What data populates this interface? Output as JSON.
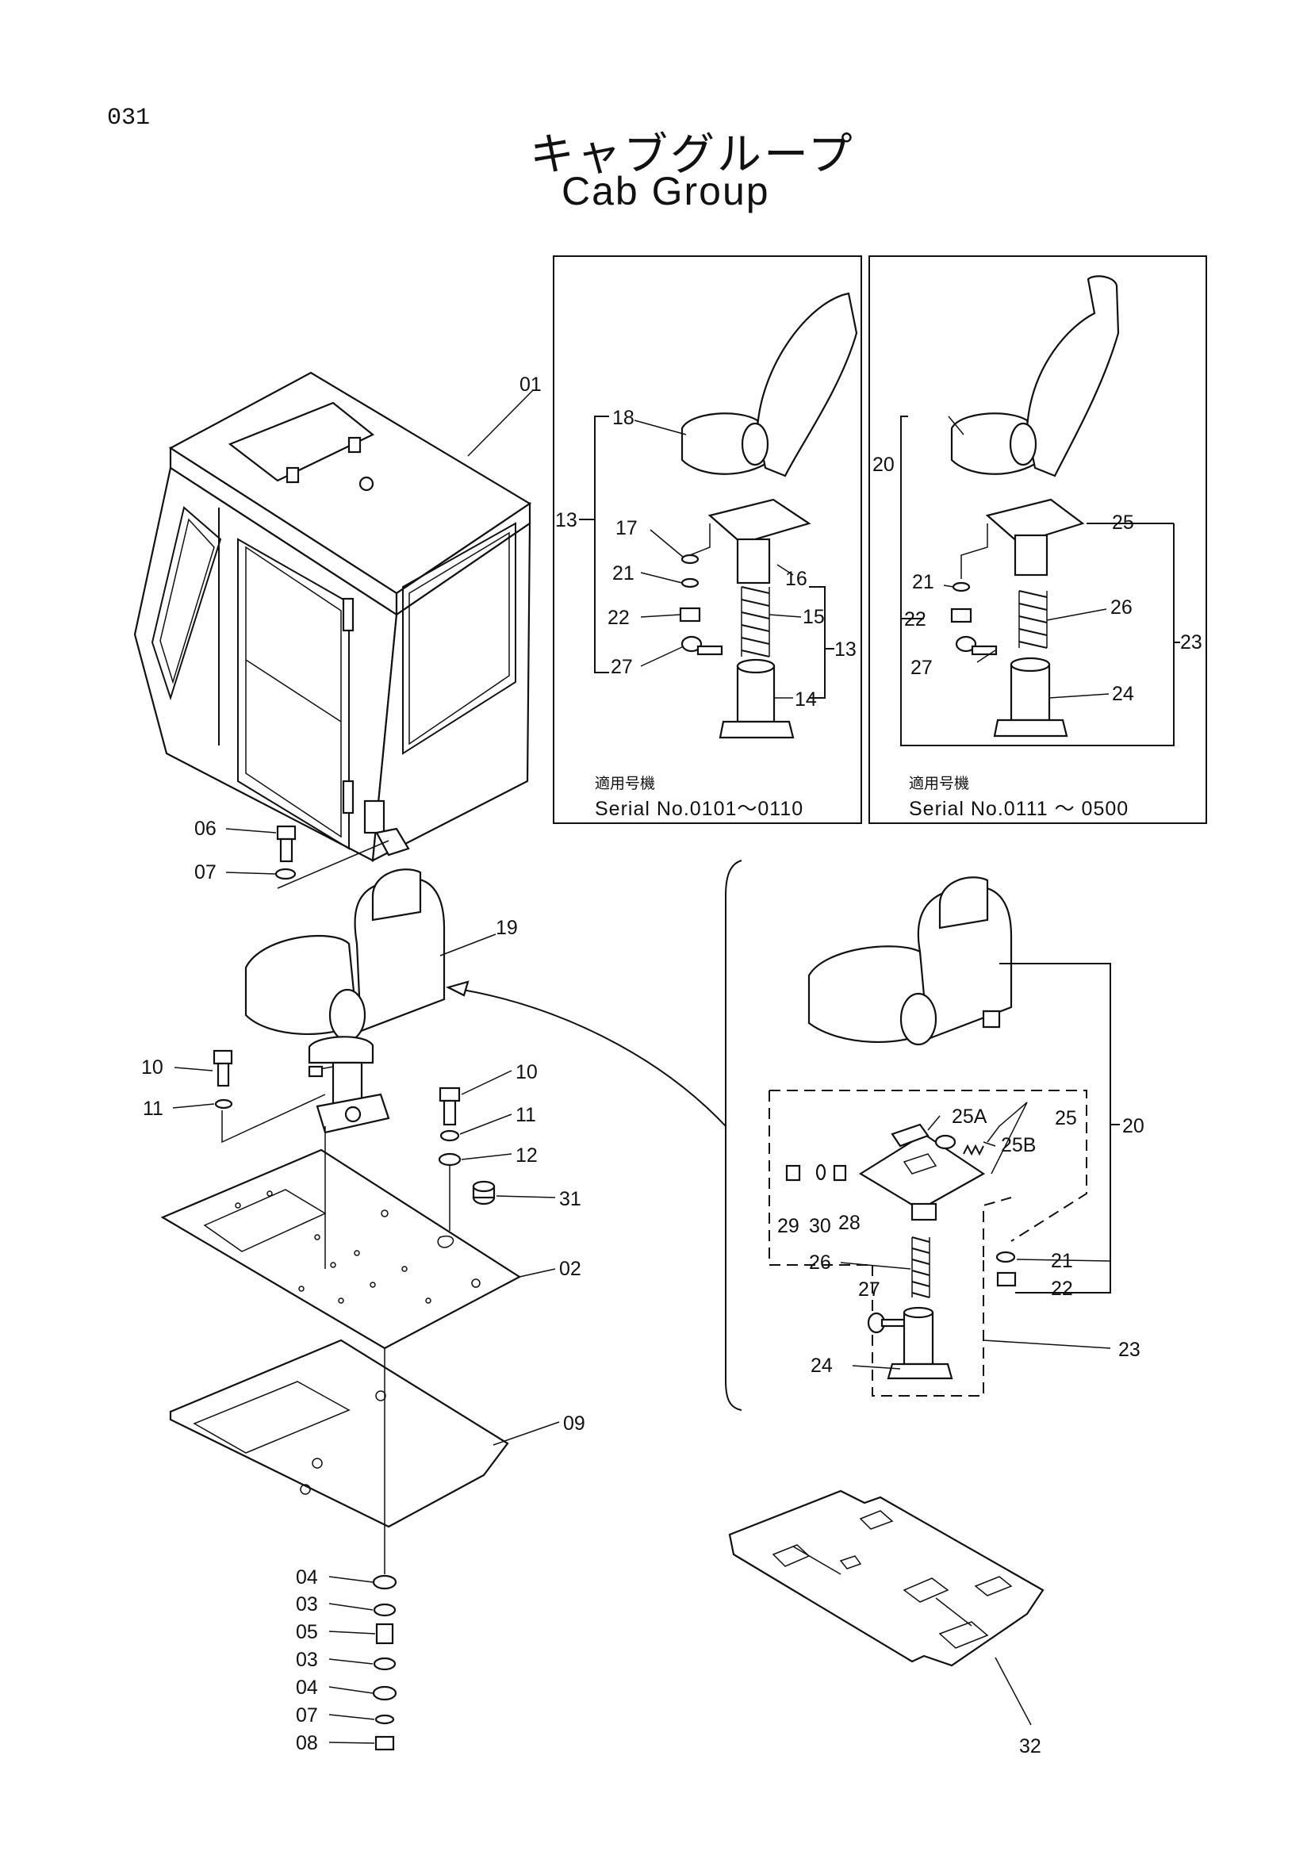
{
  "page": {
    "number": "031",
    "title_jp": "キャブグループ",
    "title_en": "Cab Group"
  },
  "notes": [
    {
      "jp": "適用号機",
      "serial": "Serial No.0101～0110"
    },
    {
      "jp": "適用号機",
      "serial": "Serial No.0111 ～ 0500"
    }
  ],
  "labels": {
    "main": [
      "01",
      "06",
      "07",
      "19",
      "10",
      "11",
      "10",
      "11",
      "12",
      "31",
      "02",
      "09",
      "04",
      "03",
      "05",
      "03",
      "04",
      "07",
      "08"
    ],
    "inset1": [
      "18",
      "13",
      "17",
      "21",
      "22",
      "27",
      "16",
      "15",
      "13",
      "14"
    ],
    "inset2": [
      "20",
      "25",
      "21",
      "22",
      "26",
      "27",
      "24",
      "23"
    ],
    "inset3": [
      "25A",
      "25",
      "25B",
      "20",
      "29",
      "30",
      "28",
      "21",
      "22",
      "26",
      "27",
      "24",
      "23"
    ],
    "floor": [
      "32"
    ]
  }
}
